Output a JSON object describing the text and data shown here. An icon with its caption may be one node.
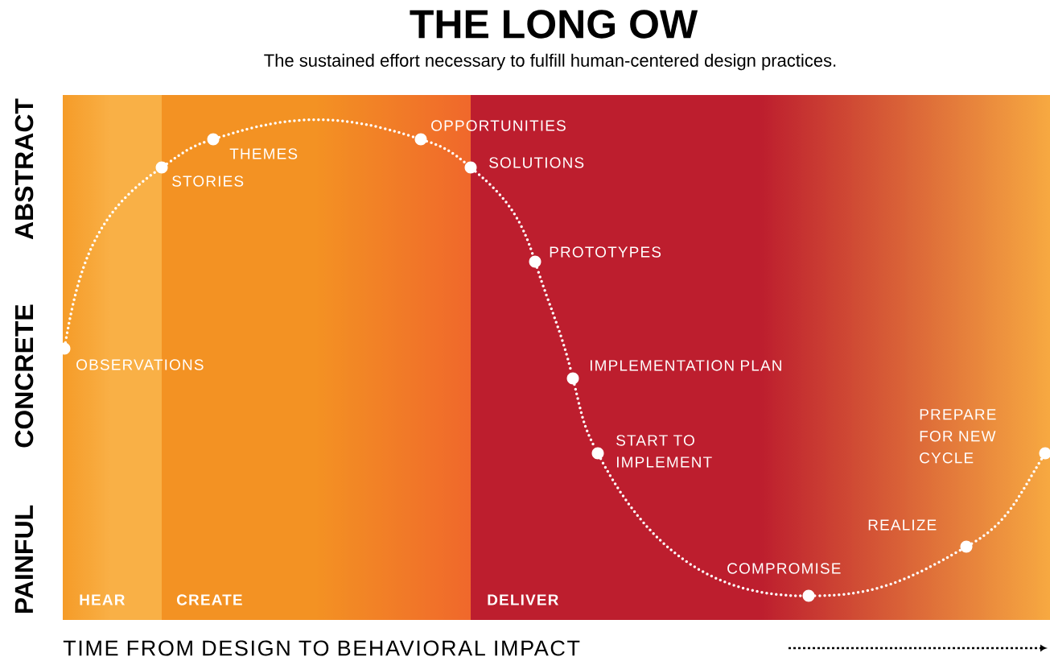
{
  "diagram": {
    "title": "THE LONG OW",
    "caption": "The sustained effort necessary to fulfill human-centered design practices.",
    "nodes": [
      {
        "text": [],
        "shape": "circle",
        "beside": [
          "OBSERVATIONS"
        ]
      },
      {
        "text": [],
        "shape": "circle",
        "beside": [
          "STORIES"
        ]
      },
      {
        "text": [],
        "shape": "circle",
        "beside": [
          "THEMES"
        ]
      },
      {
        "text": [],
        "shape": "circle",
        "beside": [
          "OPPORTUNITIES"
        ]
      },
      {
        "text": [],
        "shape": "circle",
        "beside": [
          "SOLUTIONS"
        ]
      },
      {
        "text": [],
        "shape": "circle",
        "beside": [
          "PROTOTYPES"
        ]
      },
      {
        "text": [],
        "shape": "circle",
        "beside": [
          "IMPLEMENTATION PLAN"
        ]
      },
      {
        "text": [],
        "shape": "circle",
        "beside": [
          "START TO IMPLEMENT"
        ]
      },
      {
        "text": [],
        "shape": "circle",
        "beside": [
          "COMPROMISE"
        ]
      },
      {
        "text": [],
        "shape": "circle",
        "beside": [
          "REALIZE"
        ]
      },
      {
        "text": [],
        "shape": "circle",
        "beside": [
          "PREPARE FOR NEW CYCLE"
        ]
      }
    ],
    "edges": [
      {
        "from": 0,
        "to": 1,
        "arrow": "none"
      },
      {
        "from": 1,
        "to": 2,
        "arrow": "none"
      },
      {
        "from": 2,
        "to": 3,
        "arrow": "none"
      },
      {
        "from": 3,
        "to": 4,
        "arrow": "none"
      },
      {
        "from": 4,
        "to": 5,
        "arrow": "none"
      },
      {
        "from": 5,
        "to": 6,
        "arrow": "none"
      },
      {
        "from": 6,
        "to": 7,
        "arrow": "none"
      },
      {
        "from": 7,
        "to": 8,
        "arrow": "none"
      },
      {
        "from": 8,
        "to": 9,
        "arrow": "none"
      },
      {
        "from": 9,
        "to": 10,
        "arrow": "none"
      }
    ],
    "labels": [
      "ABSTRACT",
      "CONCRETE",
      "PAINFUL",
      "HEAR",
      "CREATE",
      "DELIVER",
      "TIME FROM DESIGN TO BEHAVIORAL IMPACT"
    ]
  }
}
